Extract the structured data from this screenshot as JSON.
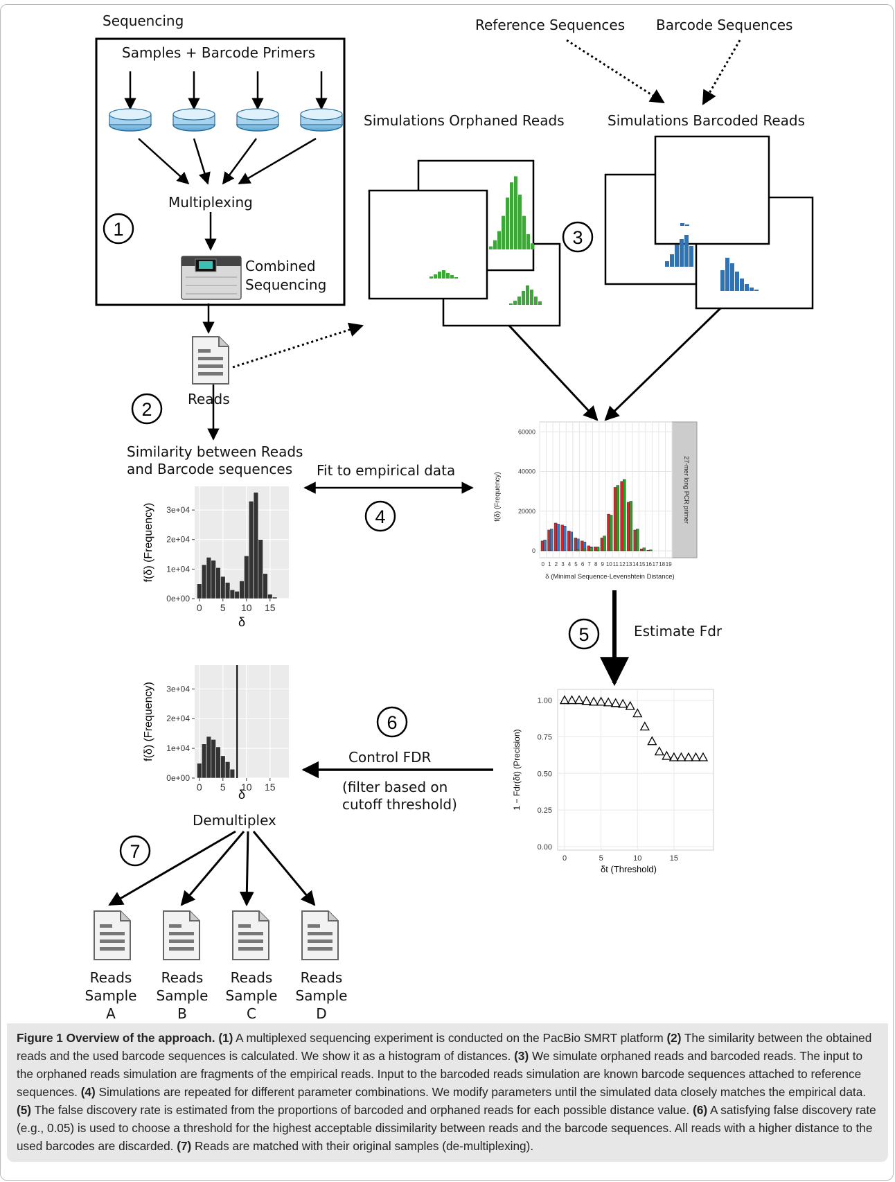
{
  "labels": {
    "sequencing": "Sequencing",
    "samples_barcodes": "Samples + Barcode Primers",
    "multiplexing": "Multiplexing",
    "combined_1": "Combined",
    "combined_2": "Sequencing",
    "reads": "Reads",
    "reference_sequences": "Reference Sequences",
    "barcode_sequences": "Barcode Sequences",
    "sim_orphaned": "Simulations Orphaned Reads",
    "sim_barcoded": "Simulations Barcoded Reads",
    "similarity_1": "Similarity between Reads",
    "similarity_2": "and Barcode sequences",
    "fit_empirical": "Fit to empirical data",
    "estimate_fdr": "Estimate Fdr",
    "control_fdr": "Control FDR",
    "filter_1": "(filter based on",
    "filter_2": "cutoff threshold)",
    "demultiplex": "Demultiplex"
  },
  "steps": [
    "1",
    "2",
    "3",
    "4",
    "5",
    "6",
    "7"
  ],
  "samples": [
    {
      "line1": "Reads",
      "line2": "Sample",
      "line3": "A"
    },
    {
      "line1": "Reads",
      "line2": "Sample",
      "line3": "B"
    },
    {
      "line1": "Reads",
      "line2": "Sample",
      "line3": "C"
    },
    {
      "line1": "Reads",
      "line2": "Sample",
      "line3": "D"
    }
  ],
  "caption": {
    "title": "Figure 1 Overview of the approach.",
    "items": [
      {
        "num": "(1)",
        "text": " A multiplexed sequencing experiment is conducted on the PacBio SMRT platform "
      },
      {
        "num": "(2)",
        "text": " The similarity between the obtained reads and the used barcode sequences is calculated. We show it as a histogram of distances. "
      },
      {
        "num": "(3)",
        "text": " We simulate orphaned reads and barcoded reads. The input to the orphaned reads simulation are fragments of the empirical reads. Input to the barcoded reads simulation are known barcode sequences attached to reference sequences. "
      },
      {
        "num": "(4)",
        "text": " Simulations are repeated for different parameter combinations. We modify parameters until the simulated data closely matches the empirical data. "
      },
      {
        "num": "(5)",
        "text": " The false discovery rate is estimated from the proportions of barcoded and orphaned reads for each possible distance value. "
      },
      {
        "num": "(6)",
        "text": " A satisfying false discovery rate (e.g., 0.05) is used to choose a threshold for the highest acceptable dissimilarity between reads and the barcode sequences. All reads with a higher distance to the used barcodes are discarded. "
      },
      {
        "num": "(7)",
        "text": " Reads are matched with their original samples (de-multiplexing)."
      }
    ]
  },
  "chart_data": [
    {
      "id": "empirical_histogram",
      "type": "bar",
      "xlabel": "δ",
      "ylabel": "f(δ) (Frequency)",
      "x": [
        0,
        1,
        2,
        3,
        4,
        5,
        6,
        7,
        8,
        9,
        10,
        11,
        12,
        13,
        14,
        15,
        16,
        17,
        18
      ],
      "values": [
        5000,
        11500,
        14000,
        13000,
        10500,
        7500,
        5500,
        3000,
        2500,
        6000,
        14500,
        33000,
        36000,
        20000,
        8500,
        1500,
        500,
        0,
        0
      ],
      "ylim": [
        0,
        38000
      ],
      "yticks": [
        "0e+00",
        "1e+04",
        "2e+04",
        "3e+04"
      ],
      "xticks": [
        "0",
        "5",
        "10",
        "15"
      ]
    },
    {
      "id": "simulated_fit",
      "type": "bar",
      "xlabel": "δ (Minimal Sequence-Levenshtein Distance)",
      "ylabel": "f(δ) (Frequency)",
      "facet_label": "27-mer long PCR primer",
      "x": [
        0,
        1,
        2,
        3,
        4,
        5,
        6,
        7,
        8,
        9,
        10,
        11,
        12,
        13,
        14,
        15,
        16,
        17,
        18,
        19
      ],
      "series": [
        {
          "color": "#d62728",
          "values": [
            5000,
            10500,
            14000,
            13000,
            10000,
            6500,
            5000,
            2500,
            2000,
            6500,
            18500,
            32000,
            35000,
            24500,
            10500,
            1000,
            300,
            0,
            0,
            0
          ]
        },
        {
          "color": "#3a78c2",
          "values": [
            5500,
            11000,
            13500,
            12500,
            9500,
            6000,
            4500,
            2000,
            1500,
            0,
            0,
            0,
            0,
            0,
            0,
            0,
            0,
            0,
            0,
            0
          ]
        },
        {
          "color": "#2ca02c",
          "values": [
            0,
            0,
            0,
            0,
            0,
            500,
            1000,
            1500,
            2000,
            7500,
            18000,
            33000,
            36000,
            25000,
            11000,
            1500,
            500,
            0,
            0,
            0
          ]
        }
      ],
      "ylim": [
        0,
        65000
      ],
      "yticks": [
        "0",
        "20000",
        "40000",
        "60000"
      ]
    },
    {
      "id": "precision_curve",
      "type": "scatter",
      "xlabel": "δt (Threshold)",
      "ylabel": "1 − Fdr(δt) (Precision)",
      "x": [
        0,
        1,
        2,
        3,
        4,
        5,
        6,
        7,
        8,
        9,
        10,
        11,
        12,
        13,
        14,
        15,
        16,
        17,
        18,
        19
      ],
      "values": [
        1.0,
        1.0,
        1.0,
        0.995,
        0.99,
        0.99,
        0.985,
        0.98,
        0.975,
        0.96,
        0.91,
        0.82,
        0.72,
        0.65,
        0.62,
        0.61,
        0.61,
        0.61,
        0.61,
        0.61
      ],
      "ylim": [
        0,
        1.05
      ],
      "yticks": [
        "0.00",
        "0.25",
        "0.50",
        "0.75",
        "1.00"
      ],
      "xticks": [
        "0",
        "5",
        "10",
        "15"
      ]
    },
    {
      "id": "filtered_histogram",
      "type": "bar",
      "xlabel": "δ",
      "ylabel": "f(δ) (Frequency)",
      "threshold": 8,
      "x": [
        0,
        1,
        2,
        3,
        4,
        5,
        6,
        7
      ],
      "values": [
        5000,
        11500,
        14000,
        13000,
        10500,
        7500,
        5500,
        3000
      ],
      "ylim": [
        0,
        38000
      ],
      "yticks": [
        "0e+00",
        "1e+04",
        "2e+04",
        "3e+04"
      ],
      "xticks": [
        "0",
        "5",
        "10",
        "15"
      ]
    }
  ]
}
